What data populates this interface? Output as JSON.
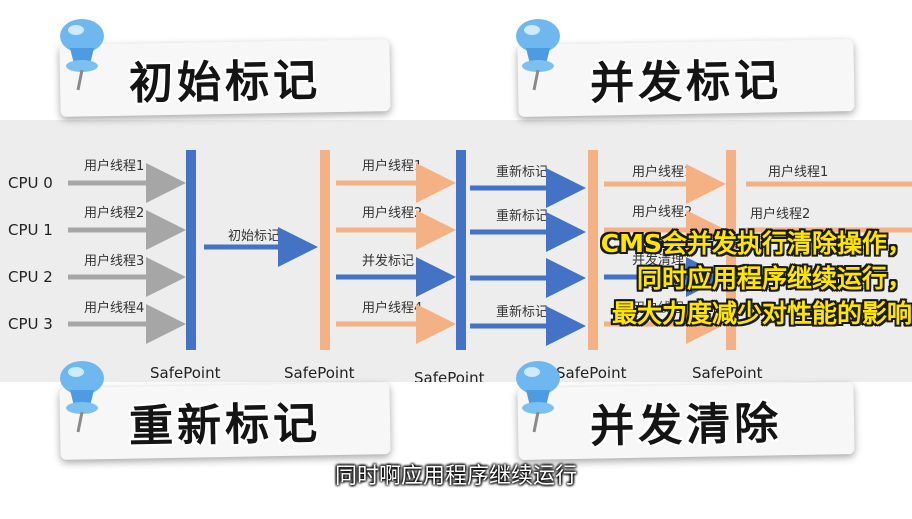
{
  "cards": {
    "top_left": "初始标记",
    "top_right": "并发标记",
    "bottom_left": "重新标记",
    "bottom_right": "并发清除"
  },
  "diagram": {
    "cpus": [
      "CPU 0",
      "CPU 1",
      "CPU 2",
      "CPU 3"
    ],
    "user_threads": [
      "用户线程1",
      "用户线程2",
      "用户线程3",
      "用户线程4"
    ],
    "initial_mark": "初始标记",
    "concurrent_mark": "并发标记",
    "remark": "重新标记",
    "concurrent_cleanup": "并发清理",
    "safepoint": "SafePoint",
    "colors": {
      "blue_bar": "#4472c4",
      "orange_bar": "#f4b183",
      "blue_arrow": "#4472c4",
      "orange_arrow": "#f4b183",
      "gray_arrow": "#a6a6a6"
    }
  },
  "overlay_lines": [
    "CMS会并发执行清除操作，",
    "同时应用程序继续运行，",
    "最大力度减少对性能的影响"
  ],
  "subtitle": "同时啊应用程序继续运行"
}
